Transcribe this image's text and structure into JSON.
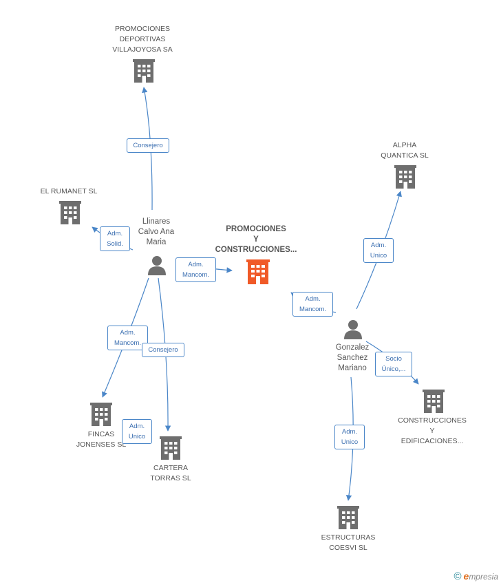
{
  "main_company": {
    "label": "PROMOCIONES\nY\nCONSTRUCCIONES...",
    "color": "#f05a28"
  },
  "companies": [
    {
      "id": "promociones-deportivas",
      "label": "PROMOCIONES\nDEPORTIVAS\nVILLAJOYOSA SA"
    },
    {
      "id": "el-rumanet",
      "label": "EL RUMANET SL"
    },
    {
      "id": "alpha-quantica",
      "label": "ALPHA\nQUANTICA SL"
    },
    {
      "id": "fincas-jonenses",
      "label": "FINCAS\nJONENSES SL"
    },
    {
      "id": "cartera-torras",
      "label": "CARTERA\nTORRAS SL"
    },
    {
      "id": "construcciones-edificaciones",
      "label": "CONSTRUCCIONES\nY\nEDIFICACIONES..."
    },
    {
      "id": "estructuras-coesvi",
      "label": "ESTRUCTURAS\nCOESVI SL"
    }
  ],
  "persons": [
    {
      "id": "llinares",
      "label": "Llinares\nCalvo Ana\nMaria"
    },
    {
      "id": "gonzalez",
      "label": "Gonzalez\nSanchez\nMariano"
    }
  ],
  "relations": [
    {
      "id": "consejero-top",
      "label": "Consejero"
    },
    {
      "id": "adm-solid",
      "label": "Adm.\nSolid."
    },
    {
      "id": "adm-mancom-main",
      "label": "Adm.\nMancom."
    },
    {
      "id": "adm-mancom-gonzalez",
      "label": "Adm.\nMancom."
    },
    {
      "id": "adm-mancom-fincas",
      "label": "Adm.\nMancom."
    },
    {
      "id": "consejero-cartera",
      "label": "Consejero"
    },
    {
      "id": "adm-unico-fincas",
      "label": "Adm.\nUnico"
    },
    {
      "id": "adm-unico-alpha",
      "label": "Adm.\nUnico"
    },
    {
      "id": "socio-unico",
      "label": "Socio\nÚnico,..."
    },
    {
      "id": "adm-unico-estructuras",
      "label": "Adm.\nUnico"
    }
  ],
  "colors": {
    "building": "#6e6e6e",
    "person": "#6e6e6e",
    "edge": "#4a86c8"
  },
  "footer": {
    "copyright": "©",
    "brand_e": "e",
    "brand_rest": "mpresia"
  }
}
